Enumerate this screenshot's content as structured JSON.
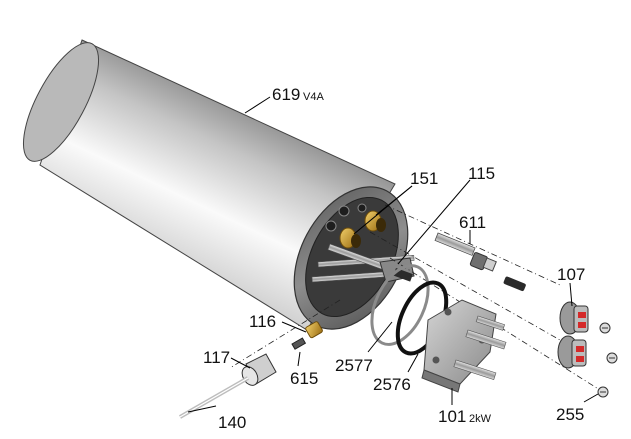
{
  "labels": {
    "p619": {
      "num": "619",
      "sub": "V4A"
    },
    "p151": {
      "num": "151"
    },
    "p115": {
      "num": "115"
    },
    "p611": {
      "num": "611"
    },
    "p107": {
      "num": "107"
    },
    "p116": {
      "num": "116"
    },
    "p117": {
      "num": "117"
    },
    "p615": {
      "num": "615"
    },
    "p140": {
      "num": "140"
    },
    "p2577": {
      "num": "2577"
    },
    "p2576": {
      "num": "2576"
    },
    "p101": {
      "num": "101",
      "sub": "2kW"
    },
    "p255": {
      "num": "255"
    }
  },
  "colors": {
    "steel_light": "#f2f2f2",
    "steel_mid": "#b8b8b8",
    "steel_dark": "#6e6e6e",
    "brass": "#c8962a",
    "terminal_red": "#d42a2a",
    "gasket_black": "#111111",
    "flange_grey": "#a6a6a6"
  }
}
